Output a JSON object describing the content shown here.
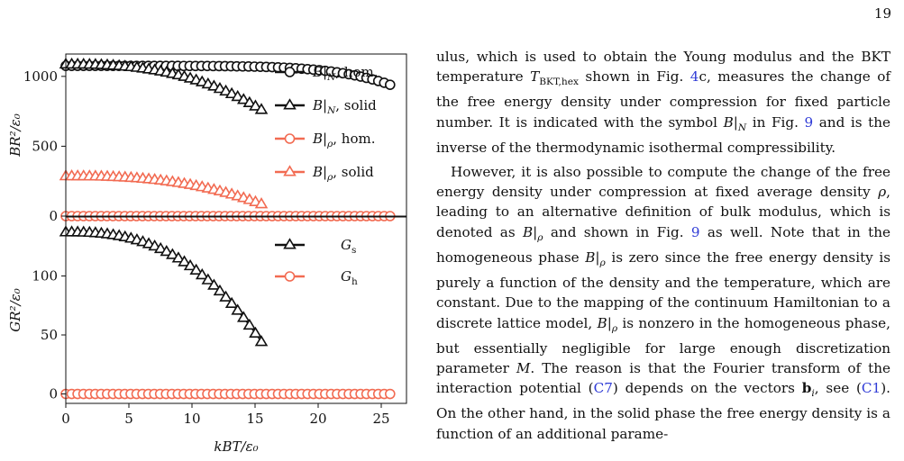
{
  "page_number": "19",
  "chart_data": [
    {
      "type": "line",
      "panel": "top",
      "xlim": [
        0,
        27
      ],
      "ylim": [
        0,
        1160
      ],
      "yticks": [
        0,
        500,
        1000
      ],
      "ylabel": "BR²/ε₀",
      "series": [
        {
          "name": "B|N, hom.",
          "label_main": "B|",
          "label_sub": "N",
          "label_tail": ", hom.",
          "color": "#111111",
          "marker": "circle",
          "x_start": 0,
          "x_end": 25.7,
          "count": 56,
          "profile": "hom_B",
          "y0": 1075,
          "y_end": 940
        },
        {
          "name": "B|N, solid",
          "label_main": "B|",
          "label_sub": "N",
          "label_tail": ", solid",
          "color": "#111111",
          "marker": "triangle",
          "x_start": 0,
          "x_end": 15.5,
          "count": 34,
          "profile": "decline",
          "y0": 1085,
          "y_end": 760
        },
        {
          "name": "B|ρ, hom.",
          "label_main": "B|",
          "label_sub": "ρ",
          "label_tail": ", hom.",
          "color": "#f26b52",
          "marker": "circle",
          "x_start": 0,
          "x_end": 25.7,
          "count": 56,
          "profile": "flat",
          "y0": 0,
          "y_end": 0
        },
        {
          "name": "B|ρ, solid",
          "label_main": "B|",
          "label_sub": "ρ",
          "label_tail": ", solid",
          "color": "#f26b52",
          "marker": "triangle",
          "x_start": 0,
          "x_end": 15.5,
          "count": 34,
          "profile": "decline",
          "y0": 285,
          "y_end": 85
        }
      ]
    },
    {
      "type": "line",
      "panel": "bottom",
      "xlim": [
        0,
        27
      ],
      "ylim": [
        -8,
        150
      ],
      "xticks": [
        0,
        5,
        10,
        15,
        20,
        25
      ],
      "yticks": [
        0,
        50,
        100
      ],
      "ylabel": "GR²/ε₀",
      "xlabel": "kBT/ε₀",
      "series": [
        {
          "name": "Gs",
          "label_main": "G",
          "label_sub": "s",
          "label_tail": "",
          "color": "#111111",
          "marker": "triangle",
          "x_start": 0,
          "x_end": 15.5,
          "count": 34,
          "profile": "decline",
          "y0": 137,
          "y_end": 44
        },
        {
          "name": "Gh",
          "label_main": "G",
          "label_sub": "h",
          "label_tail": "",
          "color": "#f26b52",
          "marker": "circle",
          "x_start": 0,
          "x_end": 25.7,
          "count": 56,
          "profile": "flat",
          "y0": 0,
          "y_end": 0
        }
      ]
    }
  ],
  "text": {
    "para1": [
      {
        "t": "ulus, which is used to obtain the Young modulus and the BKT temperature "
      },
      {
        "t": "T",
        "i": true
      },
      {
        "t": "BKT,hex",
        "sub": true
      },
      {
        "t": " shown in Fig. "
      },
      {
        "t": "4",
        "ref": true
      },
      {
        "t": "c, measures the change of the free energy density under compression for fixed particle number. It is indicated with the symbol "
      },
      {
        "t": "B",
        "i": true
      },
      {
        "t": "|"
      },
      {
        "t": "N",
        "sub": true,
        "i": true
      },
      {
        "t": " in Fig. "
      },
      {
        "t": "9",
        "ref": true
      },
      {
        "t": " and is the inverse of the thermodynamic isothermal compressibility."
      }
    ],
    "para2": [
      {
        "t": "However, it is also possible to compute the change of the free energy density under compression at fixed average density "
      },
      {
        "t": "ρ",
        "i": true
      },
      {
        "t": ", leading to an alternative definition of bulk modulus, which is denoted as "
      },
      {
        "t": "B",
        "i": true
      },
      {
        "t": "|"
      },
      {
        "t": "ρ",
        "sub": true,
        "i": true
      },
      {
        "t": " and shown in Fig. "
      },
      {
        "t": "9",
        "ref": true
      },
      {
        "t": " as well. Note that in the homogeneous phase "
      },
      {
        "t": "B",
        "i": true
      },
      {
        "t": "|"
      },
      {
        "t": "ρ",
        "sub": true,
        "i": true
      },
      {
        "t": " is zero since the free energy density is purely a function of the density and the temperature, which are constant. Due to the mapping of the continuum Hamiltonian to a discrete lattice model, "
      },
      {
        "t": "B",
        "i": true
      },
      {
        "t": "|"
      },
      {
        "t": "ρ",
        "sub": true,
        "i": true
      },
      {
        "t": " is nonzero in the homogeneous phase, but essentially negligible for large enough discretization parameter "
      },
      {
        "t": "M",
        "i": true
      },
      {
        "t": ". The reason is that the Fourier transform of the interaction potential ("
      },
      {
        "t": "C7",
        "ref": true
      },
      {
        "t": ") depends on the vectors "
      },
      {
        "t": "b",
        "b": true
      },
      {
        "t": "i",
        "sub": true,
        "i": true
      },
      {
        "t": ", see ("
      },
      {
        "t": "C1",
        "ref": true
      },
      {
        "t": "). On the other hand, in the solid phase the free energy density is a function of an additional parame-"
      }
    ]
  }
}
